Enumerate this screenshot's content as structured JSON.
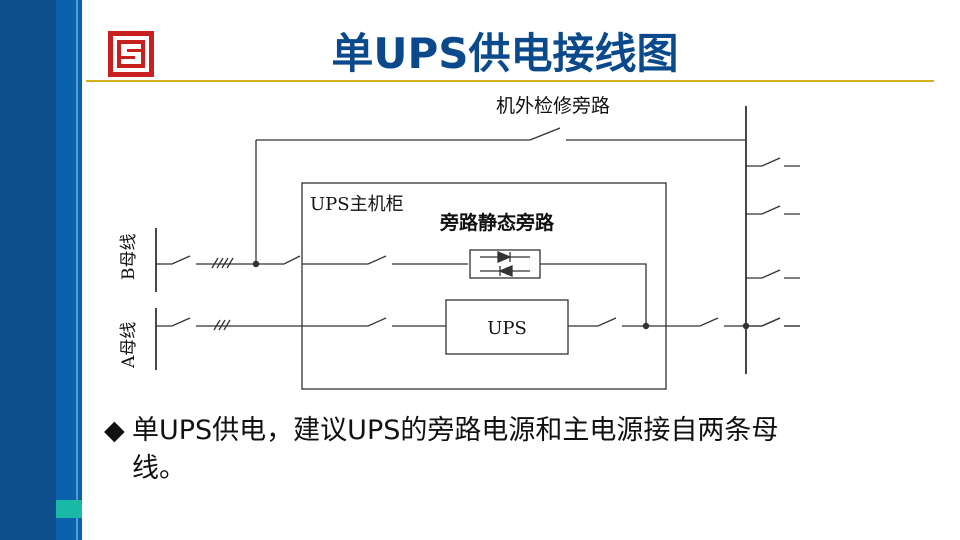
{
  "title": "单UPS供电接线图",
  "colors": {
    "title": "#0a4a8c",
    "sidebar_dark": "#0c4f8c",
    "sidebar_mid": "#0a62ad",
    "accent_teal": "#19b9a6",
    "rule": "#d4b021",
    "logo": "#c8201f"
  },
  "diagram": {
    "labels": {
      "maintenance_bypass": "机外检修旁路",
      "ups_cabinet": "UPS主机柜",
      "static_bypass": "旁路静态旁路",
      "ups_box": "UPS",
      "bus_b": "B母线",
      "bus_a": "A母线"
    },
    "icons": [
      "logo-icon",
      "thyristor-switch-icon",
      "breaker-switch-icon"
    ]
  },
  "bullet": {
    "marker": "◆",
    "line1": "单UPS供电，建议UPS的旁路电源和主电源接自两条母",
    "line2": "线。"
  }
}
